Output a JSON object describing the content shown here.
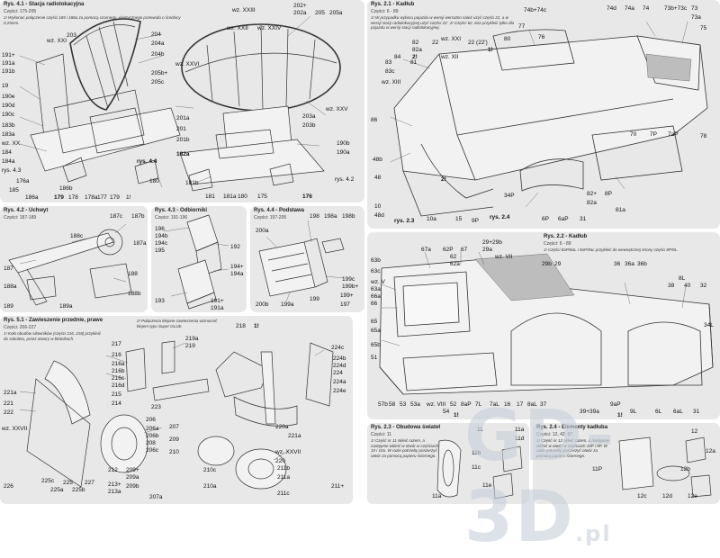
{
  "panels": {
    "p41": {
      "title": "Rys. 4.1 - Stacja radiolokacyjna",
      "parts": "Części: 175-205",
      "note": "1! Wykonać połączenie części 185 i 186a za pomocą czarnego, elastycznego przewodu o średnicy 0,25mm."
    },
    "p42": {
      "title": "Rys. 4.2 - Uchwyt",
      "parts": "Części: 187-189"
    },
    "p43": {
      "title": "Rys. 4.3 - Odbiorniki",
      "parts": "Części: 191-196"
    },
    "p44": {
      "title": "Rys. 4.4 - Podstawa",
      "parts": "Części: 197-205"
    },
    "p51": {
      "title": "Rys. 5.1 - Zawieszenie przednie, prawe",
      "parts": "Części: 206-227",
      "note1": "1! Koło obudów silowników (części 216, 218) przykleić do sokoletu, przez otwory w błotnikach.",
      "note2": "2! Połączenia klejone zawieszenia wzmocnić klejem typu Super GLUE."
    },
    "p21": {
      "title": "Rys. 2.1 - Kadłub",
      "parts": "Części: 6 - 89",
      "note": "1! W przypadku wyboru pojazdu w wersji wersatno należ użyć części 22, a w wersji stacji radiolokacyjnej użyć części 22'. 2! Części 62, 62a przykleić tylko dla pojazdu w wersji stacji radiolokacyjnej."
    },
    "p22": {
      "title": "Rys. 2.2 - Kadłub",
      "parts": "Części: 6 - 89",
      "note": "1! Części 8aP/8aL i 9aP/9aL przykleić do wewnętrznej strony części 8P/8L."
    },
    "p23": {
      "title": "Rys. 2.3 - Obudowa świateł",
      "parts": "Części: 11",
      "note": "1! Część nr 11 skleić razem, a następnie wkleić w otwór w częściach 10 i 10a. W razie potrzeby poszerzyć otwór za pomocą papieru ściernego."
    },
    "p24": {
      "title": "Rys. 2.4 - Elementy kadłuba",
      "parts": "Części: 12, 42, 67",
      "note": "1! Część nr 12 skleić razem, a następnie wkleić w otwór w częściach 10P i 9P. W razie potrzeby poszerzyć otwór za pomocą papieru ściernego."
    }
  },
  "labels41": [
    "wz. XXIII",
    "202+",
    "202a",
    "205",
    "205a",
    "wz. XXI",
    "203",
    "wz. XXII",
    "wz. XXIV",
    "204",
    "204a",
    "204b",
    "wz. XXVI",
    "205b+",
    "205c",
    "201a",
    "201",
    "201b",
    "203a",
    "203b",
    "wz. XXV",
    "190b",
    "190a",
    "191+",
    "191a",
    "191b",
    "19",
    "190e",
    "190d",
    "190c",
    "183b",
    "183a",
    "wz. XX",
    "184",
    "184a",
    "rys. 4.3",
    "rys. 4.4",
    "182a",
    "181b",
    "181",
    "181a",
    "180",
    "175",
    "rys. 4.2",
    "176",
    "176a",
    "185",
    "186a",
    "186b",
    "178",
    "178a",
    "177",
    "179",
    "1!",
    "180",
    "179"
  ],
  "labels42": [
    "187c",
    "187b",
    "188c",
    "187",
    "187a",
    "188a",
    "188",
    "188b",
    "189a",
    "189"
  ],
  "labels43": [
    "196",
    "194b",
    "194c",
    "195",
    "192",
    "194+",
    "194a",
    "193",
    "191+",
    "191a"
  ],
  "labels44": [
    "200a",
    "198",
    "198a",
    "198b",
    "199c",
    "199b+",
    "199",
    "199+",
    "197",
    "200b",
    "199a"
  ],
  "labels51": [
    "218",
    "1!",
    "219a",
    "219",
    "217",
    "216",
    "216a",
    "216b",
    "216c",
    "216d",
    "215",
    "214",
    "221a",
    "222",
    "wz. XXVII",
    "221",
    "223",
    "224",
    "224a",
    "224b",
    "224c",
    "224d",
    "224e",
    "225c",
    "225a",
    "225b",
    "225",
    "226",
    "227",
    "212",
    "213+",
    "213a",
    "209+",
    "209a",
    "209b",
    "207a",
    "210c",
    "210a",
    "211b",
    "211a",
    "211c",
    "211+",
    "208",
    "206",
    "206a",
    "206b",
    "206c",
    "207",
    "209",
    "210",
    "wz. XXVII",
    "220",
    "220a",
    "221a"
  ],
  "labels21": [
    "74b+74c",
    "74d",
    "74a",
    "74",
    "73b+73c",
    "73",
    "73a",
    "wz. XXI",
    "82",
    "22",
    "22 (22')",
    "80",
    "82a",
    "1!",
    "2!",
    "81",
    "wz. XII",
    "84",
    "83",
    "83c",
    "wz. XIII",
    "86",
    "48b",
    "48",
    "10",
    "48d",
    "rys. 2.3",
    "10a",
    "15",
    "9P",
    "rys. 2.4",
    "6P",
    "6aP",
    "31",
    "34P",
    "82+",
    "82a",
    "8P",
    "81a",
    "2!",
    "70",
    "7P",
    "7aP",
    "78",
    "75",
    "77",
    "76"
  ],
  "labels22": [
    "67a",
    "62P",
    "67",
    "29+29b",
    "29a",
    "62",
    "62a",
    "wz. VII",
    "63b",
    "63c",
    "wz. V",
    "63a",
    "66a",
    "66",
    "65",
    "65a",
    "65b",
    "51",
    "57b",
    "58",
    "53",
    "53a",
    "wz. VIII",
    "54",
    "52",
    "8aP",
    "7L",
    "7aL",
    "16",
    "17",
    "8aL",
    "37",
    "29b",
    "29",
    "36",
    "36a",
    "36b",
    "8L",
    "38",
    "40",
    "32",
    "34L",
    "39+39a",
    "9aP",
    "9L",
    "6L",
    "6aL",
    "31",
    "1!",
    "1!"
  ],
  "labels23": [
    "11",
    "11a",
    "11b",
    "11c",
    "11d",
    "11e",
    "11a"
  ],
  "labels24": [
    "11P",
    "12",
    "12a",
    "12b",
    "12c",
    "12d",
    "12e"
  ],
  "watermark": "GD-3D",
  "watermark_tld": ".pl"
}
